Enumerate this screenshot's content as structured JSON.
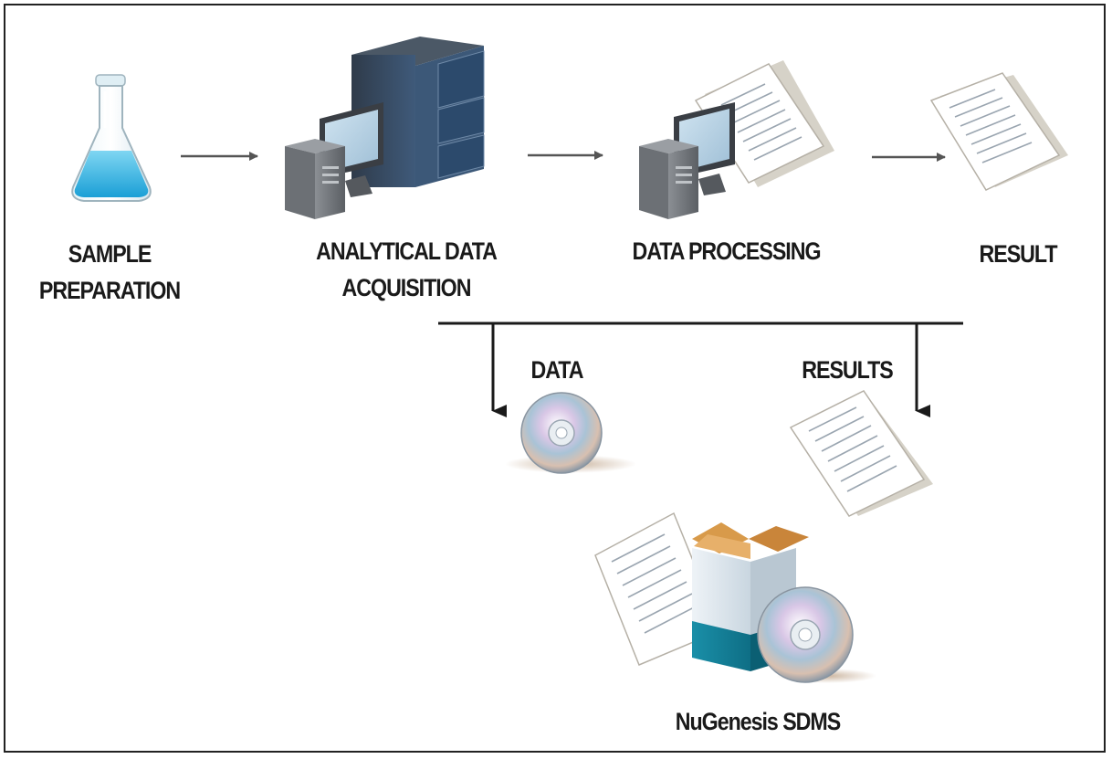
{
  "diagram": {
    "steps": [
      {
        "id": "sample",
        "label_line1": "SAMPLE",
        "label_line2": "PREPARATION",
        "icon": "flask-icon"
      },
      {
        "id": "acquisition",
        "label_line1": "ANALYTICAL DATA",
        "label_line2": "ACQUISITION",
        "icon": "server-computer-icon"
      },
      {
        "id": "processing",
        "label_line1": "DATA PROCESSING",
        "icon": "computer-document-icon"
      },
      {
        "id": "result",
        "label_line1": "RESULT",
        "icon": "document-icon"
      }
    ],
    "branches": {
      "data_label": "DATA",
      "results_label": "RESULTS",
      "data_icon": "disc-icon",
      "results_icon": "document-icon"
    },
    "destination": {
      "label": "NuGenesis SDMS",
      "icon": "software-box-icon"
    }
  }
}
